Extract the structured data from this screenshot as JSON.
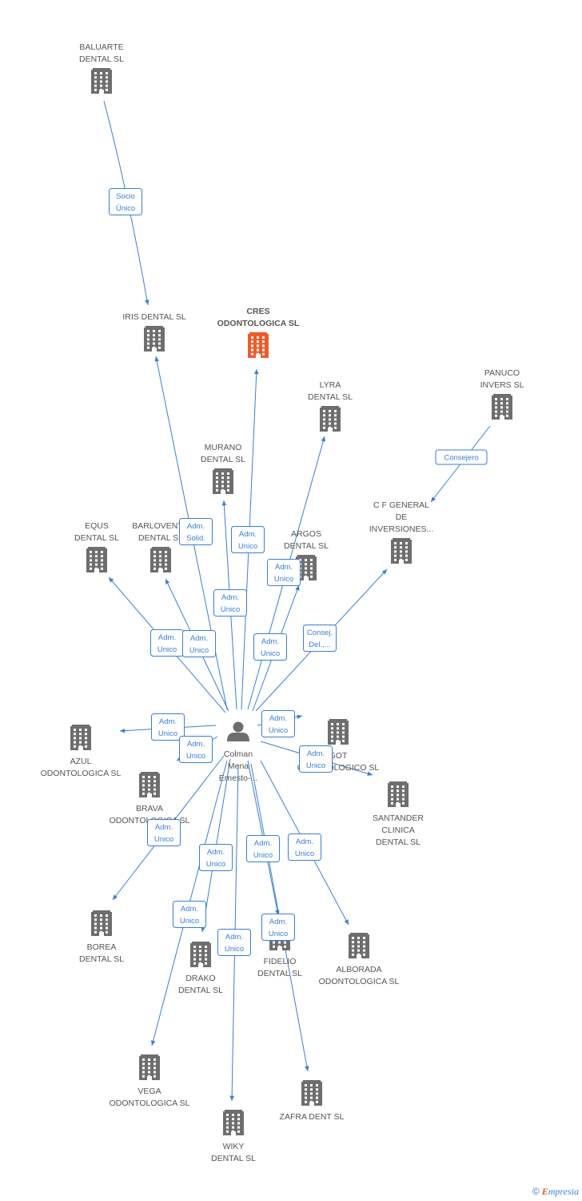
{
  "colors": {
    "edge": "#3a7fd5",
    "company": "#6e6e6e",
    "focus": "#ef5b2b",
    "person": "#6e6e6e"
  },
  "person": {
    "lines": [
      "Colman",
      "Mena",
      "Ernesto-..."
    ],
    "icon": "person-icon"
  },
  "companies": [
    {
      "id": "baluarte",
      "lines": [
        "BALUARTE",
        "DENTAL SL"
      ]
    },
    {
      "id": "iris",
      "lines": [
        "IRIS DENTAL SL"
      ]
    },
    {
      "id": "cres",
      "lines": [
        "CRES",
        "ODONTOLOGICA SL"
      ],
      "focus": true
    },
    {
      "id": "lyra",
      "lines": [
        "LYRA",
        "DENTAL SL"
      ]
    },
    {
      "id": "panuco",
      "lines": [
        "PANUCO",
        "INVERS SL"
      ]
    },
    {
      "id": "murano",
      "lines": [
        "MURANO",
        "DENTAL SL"
      ]
    },
    {
      "id": "cfgeneral",
      "lines": [
        "C F GENERAL",
        "DE",
        "INVERSIONES..."
      ]
    },
    {
      "id": "equs",
      "lines": [
        "EQUS",
        "DENTAL SL"
      ]
    },
    {
      "id": "barlovento",
      "lines": [
        "BARLOVENTO",
        "DENTAL SL"
      ]
    },
    {
      "id": "argos",
      "lines": [
        "ARGOS",
        "DENTAL SL"
      ]
    },
    {
      "id": "azul",
      "lines": [
        "AZUL",
        "ODONTOLOGICA SL"
      ]
    },
    {
      "id": "got",
      "lines": [
        "GOT",
        "ODONTOLOGICO SL"
      ]
    },
    {
      "id": "brava",
      "lines": [
        "BRAVA",
        "ODONTOLOGICA SL"
      ]
    },
    {
      "id": "santander",
      "lines": [
        "SANTANDER",
        "CLINICA",
        "DENTAL SL"
      ]
    },
    {
      "id": "borea",
      "lines": [
        "BOREA",
        "DENTAL SL"
      ]
    },
    {
      "id": "drako",
      "lines": [
        "DRAKO",
        "DENTAL SL"
      ]
    },
    {
      "id": "fidelio",
      "lines": [
        "FIDELIO",
        "DENTAL SL"
      ]
    },
    {
      "id": "alborada",
      "lines": [
        "ALBORADA",
        "ODONTOLOGICA SL"
      ]
    },
    {
      "id": "vega",
      "lines": [
        "VEGA",
        "ODONTOLOGICA SL"
      ]
    },
    {
      "id": "zafra",
      "lines": [
        "ZAFRA DENT SL"
      ]
    },
    {
      "id": "wiky",
      "lines": [
        "WIKY",
        "DENTAL SL"
      ]
    }
  ],
  "relations": [
    {
      "from": "baluarte",
      "to": "iris",
      "lines": [
        "Socio",
        "Único"
      ]
    },
    {
      "from": "panuco",
      "to": "cfgeneral",
      "lines": [
        "Consejero"
      ]
    },
    {
      "from": "person",
      "to": "iris",
      "lines": [
        "Adm.",
        "Solid."
      ]
    },
    {
      "from": "person",
      "to": "cres",
      "lines": [
        "Adm.",
        "Unico"
      ]
    },
    {
      "from": "person",
      "to": "murano",
      "lines": [
        "Adm.",
        "Unico"
      ]
    },
    {
      "from": "person",
      "to": "lyra",
      "lines": [
        "Adm.",
        "Unico"
      ]
    },
    {
      "from": "person",
      "to": "argos",
      "lines": [
        "Adm.",
        "Unico"
      ]
    },
    {
      "from": "person",
      "to": "cfgeneral",
      "lines": [
        "Consej.",
        "Del.,..."
      ]
    },
    {
      "from": "person",
      "to": "equs",
      "lines": [
        "Adm.",
        "Unico"
      ]
    },
    {
      "from": "person",
      "to": "barlovento",
      "lines": [
        "Adm.",
        "Unico"
      ]
    },
    {
      "from": "person",
      "to": "azul",
      "lines": [
        "Adm.",
        "Unico"
      ]
    },
    {
      "from": "person",
      "to": "brava",
      "lines": [
        "Adm.",
        "Unico"
      ]
    },
    {
      "from": "person",
      "to": "got",
      "lines": [
        "Adm.",
        "Unico"
      ]
    },
    {
      "from": "person",
      "to": "santander",
      "lines": [
        "Adm.",
        "Unico"
      ]
    },
    {
      "from": "person",
      "to": "borea",
      "lines": [
        "Adm.",
        "Unico"
      ]
    },
    {
      "from": "person",
      "to": "drako",
      "lines": [
        "Adm.",
        "Unico"
      ]
    },
    {
      "from": "person",
      "to": "vega",
      "lines": [
        "Adm.",
        "Unico"
      ]
    },
    {
      "from": "person",
      "to": "fidelio",
      "lines": [
        "Adm.",
        "Unico"
      ]
    },
    {
      "from": "person",
      "to": "alborada",
      "lines": [
        "Adm.",
        "Unico"
      ]
    },
    {
      "from": "person",
      "to": "zafra",
      "lines": [
        "Adm.",
        "Unico"
      ]
    },
    {
      "from": "person",
      "to": "wiky",
      "lines": [
        "Adm.",
        "Unico"
      ]
    }
  ],
  "footer": {
    "copyright": "©",
    "brand_first": "E",
    "brand_rest": "mpresia"
  }
}
